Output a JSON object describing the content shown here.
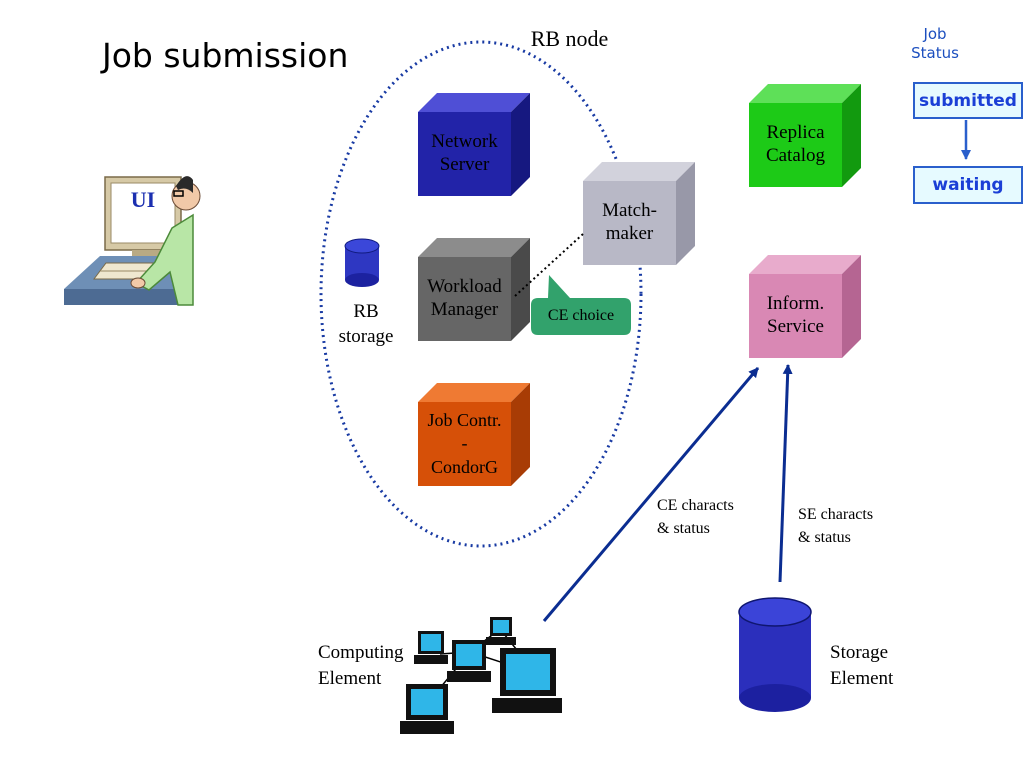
{
  "title": "Job submission",
  "rb_node": {
    "label": "RB node"
  },
  "ui": {
    "label": "UI"
  },
  "rb_storage": {
    "label": "RB\nstorage"
  },
  "components": {
    "network_server": "Network\nServer",
    "workload_manager": "Workload\nManager",
    "job_controller": "Job Contr.\n-\nCondorG",
    "matchmaker": "Match-\nmaker",
    "replica_catalog": "Replica\nCatalog",
    "info_service": "Inform.\nService"
  },
  "callout": {
    "label": "CE choice"
  },
  "edges": {
    "ce_characts": "CE characts\n& status",
    "se_characts": "SE characts\n& status"
  },
  "computing_element": {
    "label": "Computing\nElement"
  },
  "storage_element": {
    "label": "Storage\nElement"
  },
  "job_status": {
    "label": "Job\nStatus",
    "states": [
      "submitted",
      "waiting"
    ]
  },
  "colors": {
    "network_server": "#2223a8",
    "workload_manager": "#666666",
    "job_controller": "#d65008",
    "matchmaker": "#b8b8c6",
    "replica_catalog": "#1dca17",
    "info_service": "#d988b4",
    "ce_choice": "#32a26c",
    "arrow": "#0b2d91",
    "dots": "#183aa3",
    "status_text": "#1b3fd6"
  }
}
